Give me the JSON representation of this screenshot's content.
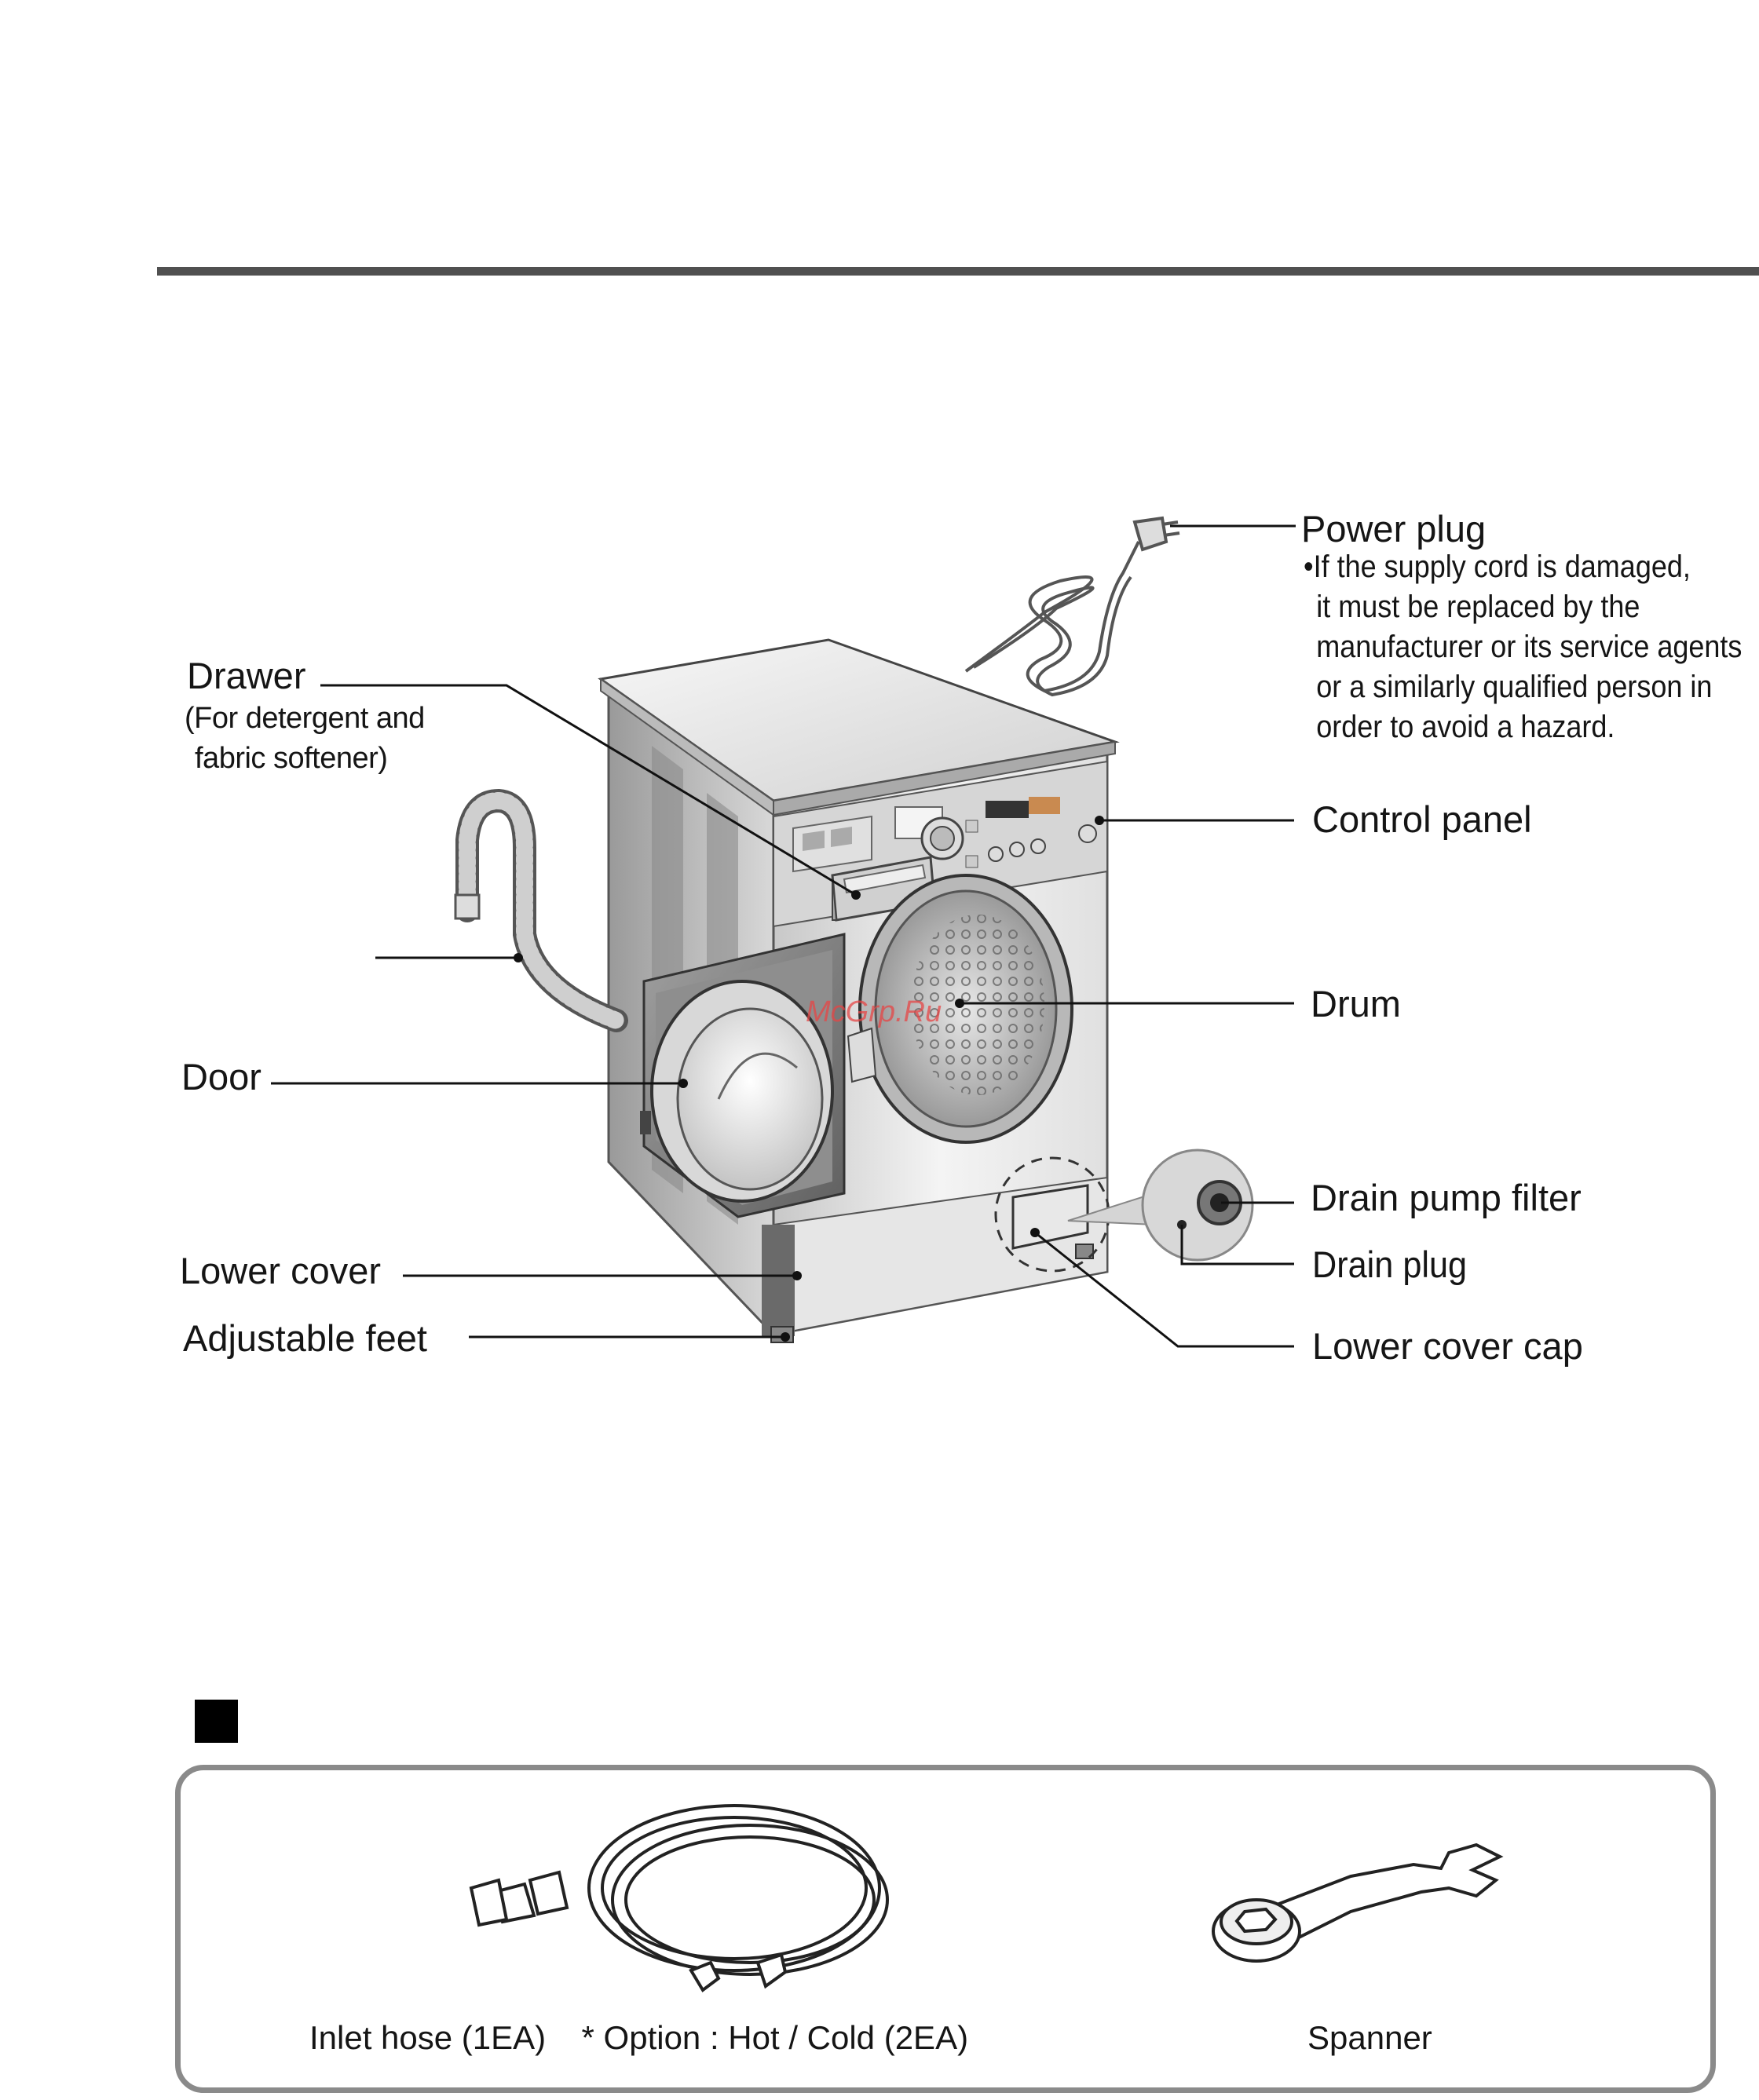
{
  "parts": {
    "power_plug": "Power plug",
    "power_note": [
      "If the supply cord is damaged,",
      "it must be replaced by the",
      "manufacturer or its service agents",
      "or a similarly qualified person in",
      "order to avoid a hazard."
    ],
    "drawer": "Drawer",
    "drawer_note_1": "(For detergent and",
    "drawer_note_2": "fabric softener)",
    "control_panel": "Control panel",
    "drum": "Drum",
    "door": "Door",
    "drain_pump_filter": "Drain pump filter",
    "drain_plug": "Drain plug",
    "lower_cover": "Lower cover",
    "lower_cover_cap": "Lower cover cap",
    "adjustable_feet": "Adjustable feet"
  },
  "watermark": "McGrp.Ru",
  "accessories": {
    "inlet_hose": "Inlet hose (1EA)",
    "option_mark": "*",
    "option_text": "Option : Hot / Cold (2EA)",
    "spanner": "Spanner"
  }
}
